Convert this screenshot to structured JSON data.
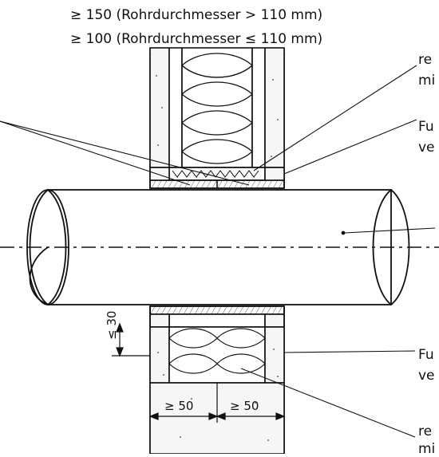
{
  "header": {
    "line1": "≥ 150 (Rohrdurchmesser > 110 mm)",
    "line2": "≥ 100 (Rohrdurchmesser ≤ 110 mm)"
  },
  "labels": {
    "top_right_1a": "re",
    "top_right_1b": "mi",
    "top_right_2a": "Fu",
    "top_right_2b": "ve",
    "bottom_right_1a": "Fu",
    "bottom_right_1b": "ve",
    "bottom_right_2a": "re",
    "bottom_right_2b": "mi"
  },
  "dimensions": {
    "gap_vertical": "≤ 30",
    "left_depth": "≥ 50",
    "right_depth": "≥ 50"
  },
  "colors": {
    "line": "#111111",
    "concrete_fill": "#f6f6f6",
    "sealant_fill": "#dcdcdc",
    "pipe_fill": "#ffffff"
  }
}
